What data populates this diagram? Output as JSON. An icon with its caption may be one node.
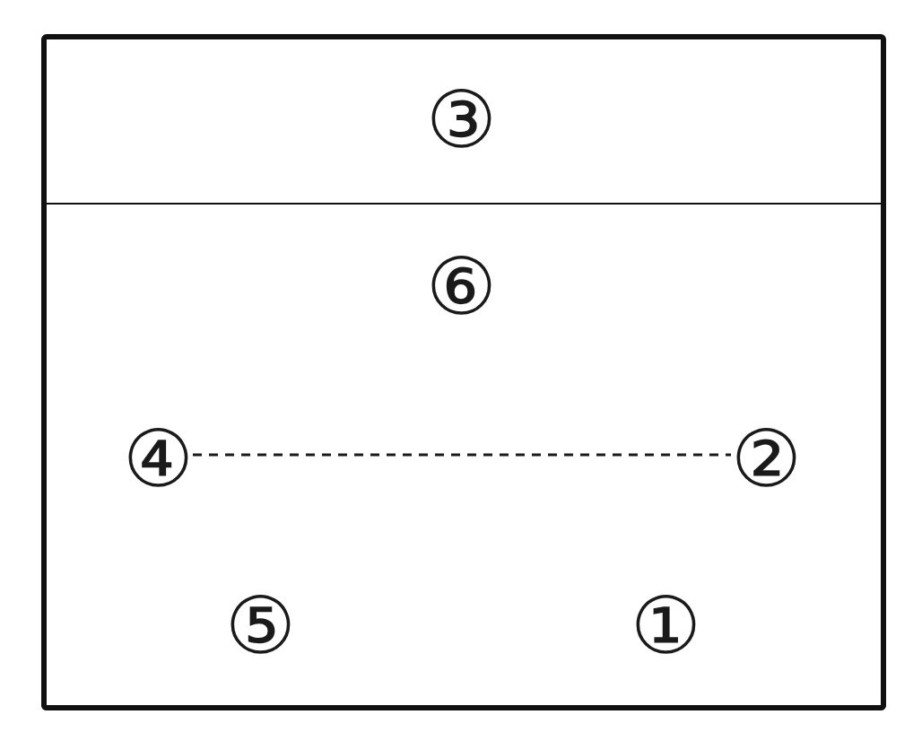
{
  "diagram": {
    "nodes": [
      {
        "text": [
          "③"
        ]
      },
      {
        "text": [
          "⑥",
          "⑤",
          "①"
        ]
      },
      {
        "text": [
          "④"
        ],
        "in": 1
      },
      {
        "text": [
          "②"
        ],
        "in": 1
      }
    ],
    "edges": [
      {
        "from": 2,
        "to": 3,
        "arrow": "none",
        "style": "dashed"
      }
    ]
  }
}
